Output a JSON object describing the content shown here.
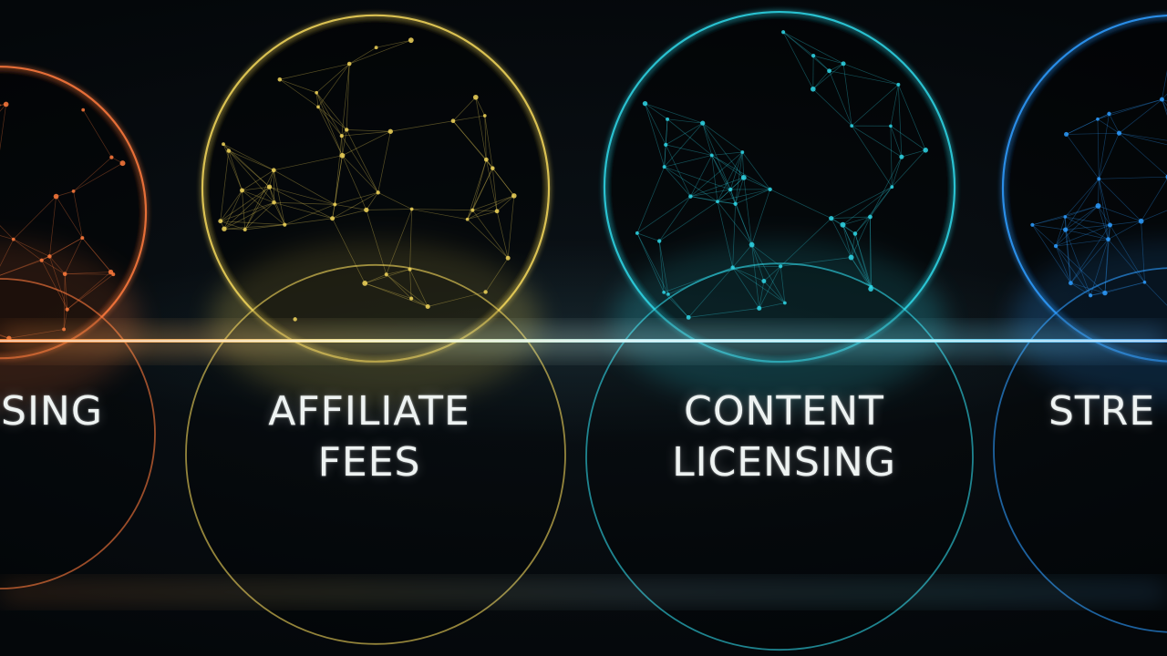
{
  "bubbles": [
    {
      "lines": [
        "ISING"
      ],
      "color": "#ff7a3c",
      "name": "advertising"
    },
    {
      "lines": [
        "AFFILIATE",
        "FEES"
      ],
      "color": "#f2d65a",
      "name": "affiliate-fees"
    },
    {
      "lines": [
        "CONTENT",
        "LICENSING"
      ],
      "color": "#2fd6e6",
      "name": "content-licensing"
    },
    {
      "lines": [
        "STRE"
      ],
      "color": "#2d9cff",
      "name": "streaming"
    }
  ],
  "beam_color": "#e8fbff"
}
